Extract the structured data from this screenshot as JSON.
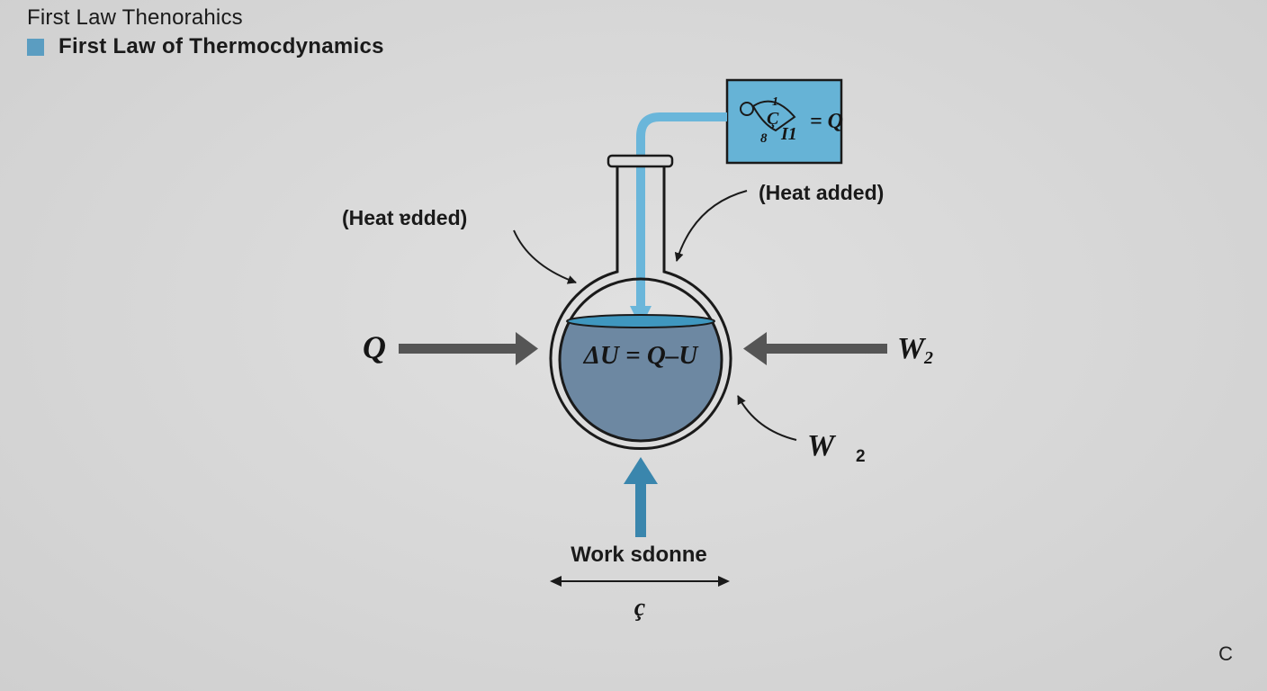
{
  "header": {
    "title": "First Law Thenorahics",
    "legend_label": "First Law  of Thermocdynamics",
    "legend_color": "#5b9dc1"
  },
  "diagram": {
    "heat_added_left": "(Heat ɐdded)",
    "heat_added_right": "(Heat added)",
    "q_input_label": "Q",
    "w_input_label": "W",
    "w_input_sub": "2",
    "w_bottom_label": "W",
    "w_bottom_sub": "2",
    "equation": "ΔU = Q–U",
    "box_eq_glyph": "Ç",
    "box_eq_sup": "1",
    "box_eq_sub_a": "8",
    "box_eq_sub_b": "I1",
    "box_eq_rhs": "= Q",
    "work_done_label": "Work sdonne",
    "dimension_symbol": "ç",
    "fluid_color": "#6d88a2",
    "tube_color": "#6ab6da",
    "arrow_blue": "#3a86ad",
    "arrow_gray": "#555555"
  },
  "corner_mark": "C"
}
